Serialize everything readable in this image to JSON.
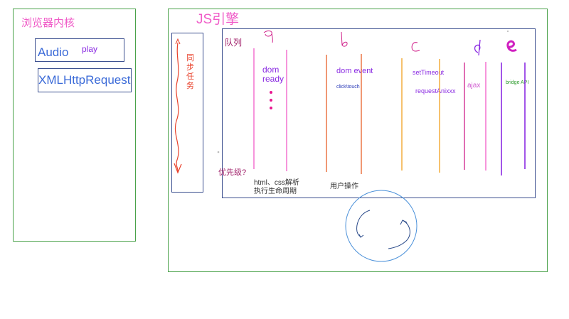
{
  "browser_kernel": {
    "title": "浏览器内核",
    "audio_label": "Audio",
    "audio_play": "play",
    "xhr_label": "XMLHttpRequest"
  },
  "js_engine": {
    "title": "JS引擎",
    "sync_task": [
      "同",
      "步",
      "任",
      "务"
    ],
    "queue_label": "队列",
    "priority_label": "优先级?",
    "dom_ready": [
      "dom",
      "ready"
    ],
    "dom_event": "dom event",
    "click_touch": "click\\touch",
    "set_timeout": "setTimeout",
    "request_anim": "requestAnixxx",
    "ajax": "ajax",
    "bridge_api": "bridge API",
    "html_parse": [
      "html、css解析",
      "执行生命周期"
    ],
    "user_action": "用户操作",
    "hand_marks": [
      "a",
      "b",
      "c",
      "d",
      "e"
    ]
  },
  "colors": {
    "green_border": "#4aa24a",
    "navy_border": "#3b4f8f",
    "pink": "#f05cc8",
    "red": "#e8402a",
    "purple": "#8a2be2",
    "orange": "#f0a020",
    "deep_orange": "#e8602a",
    "magenta": "#d0208a",
    "blue_text": "#3a6ad8",
    "green_text": "#2a9a2a",
    "loop_blue": "#4a90d9"
  }
}
